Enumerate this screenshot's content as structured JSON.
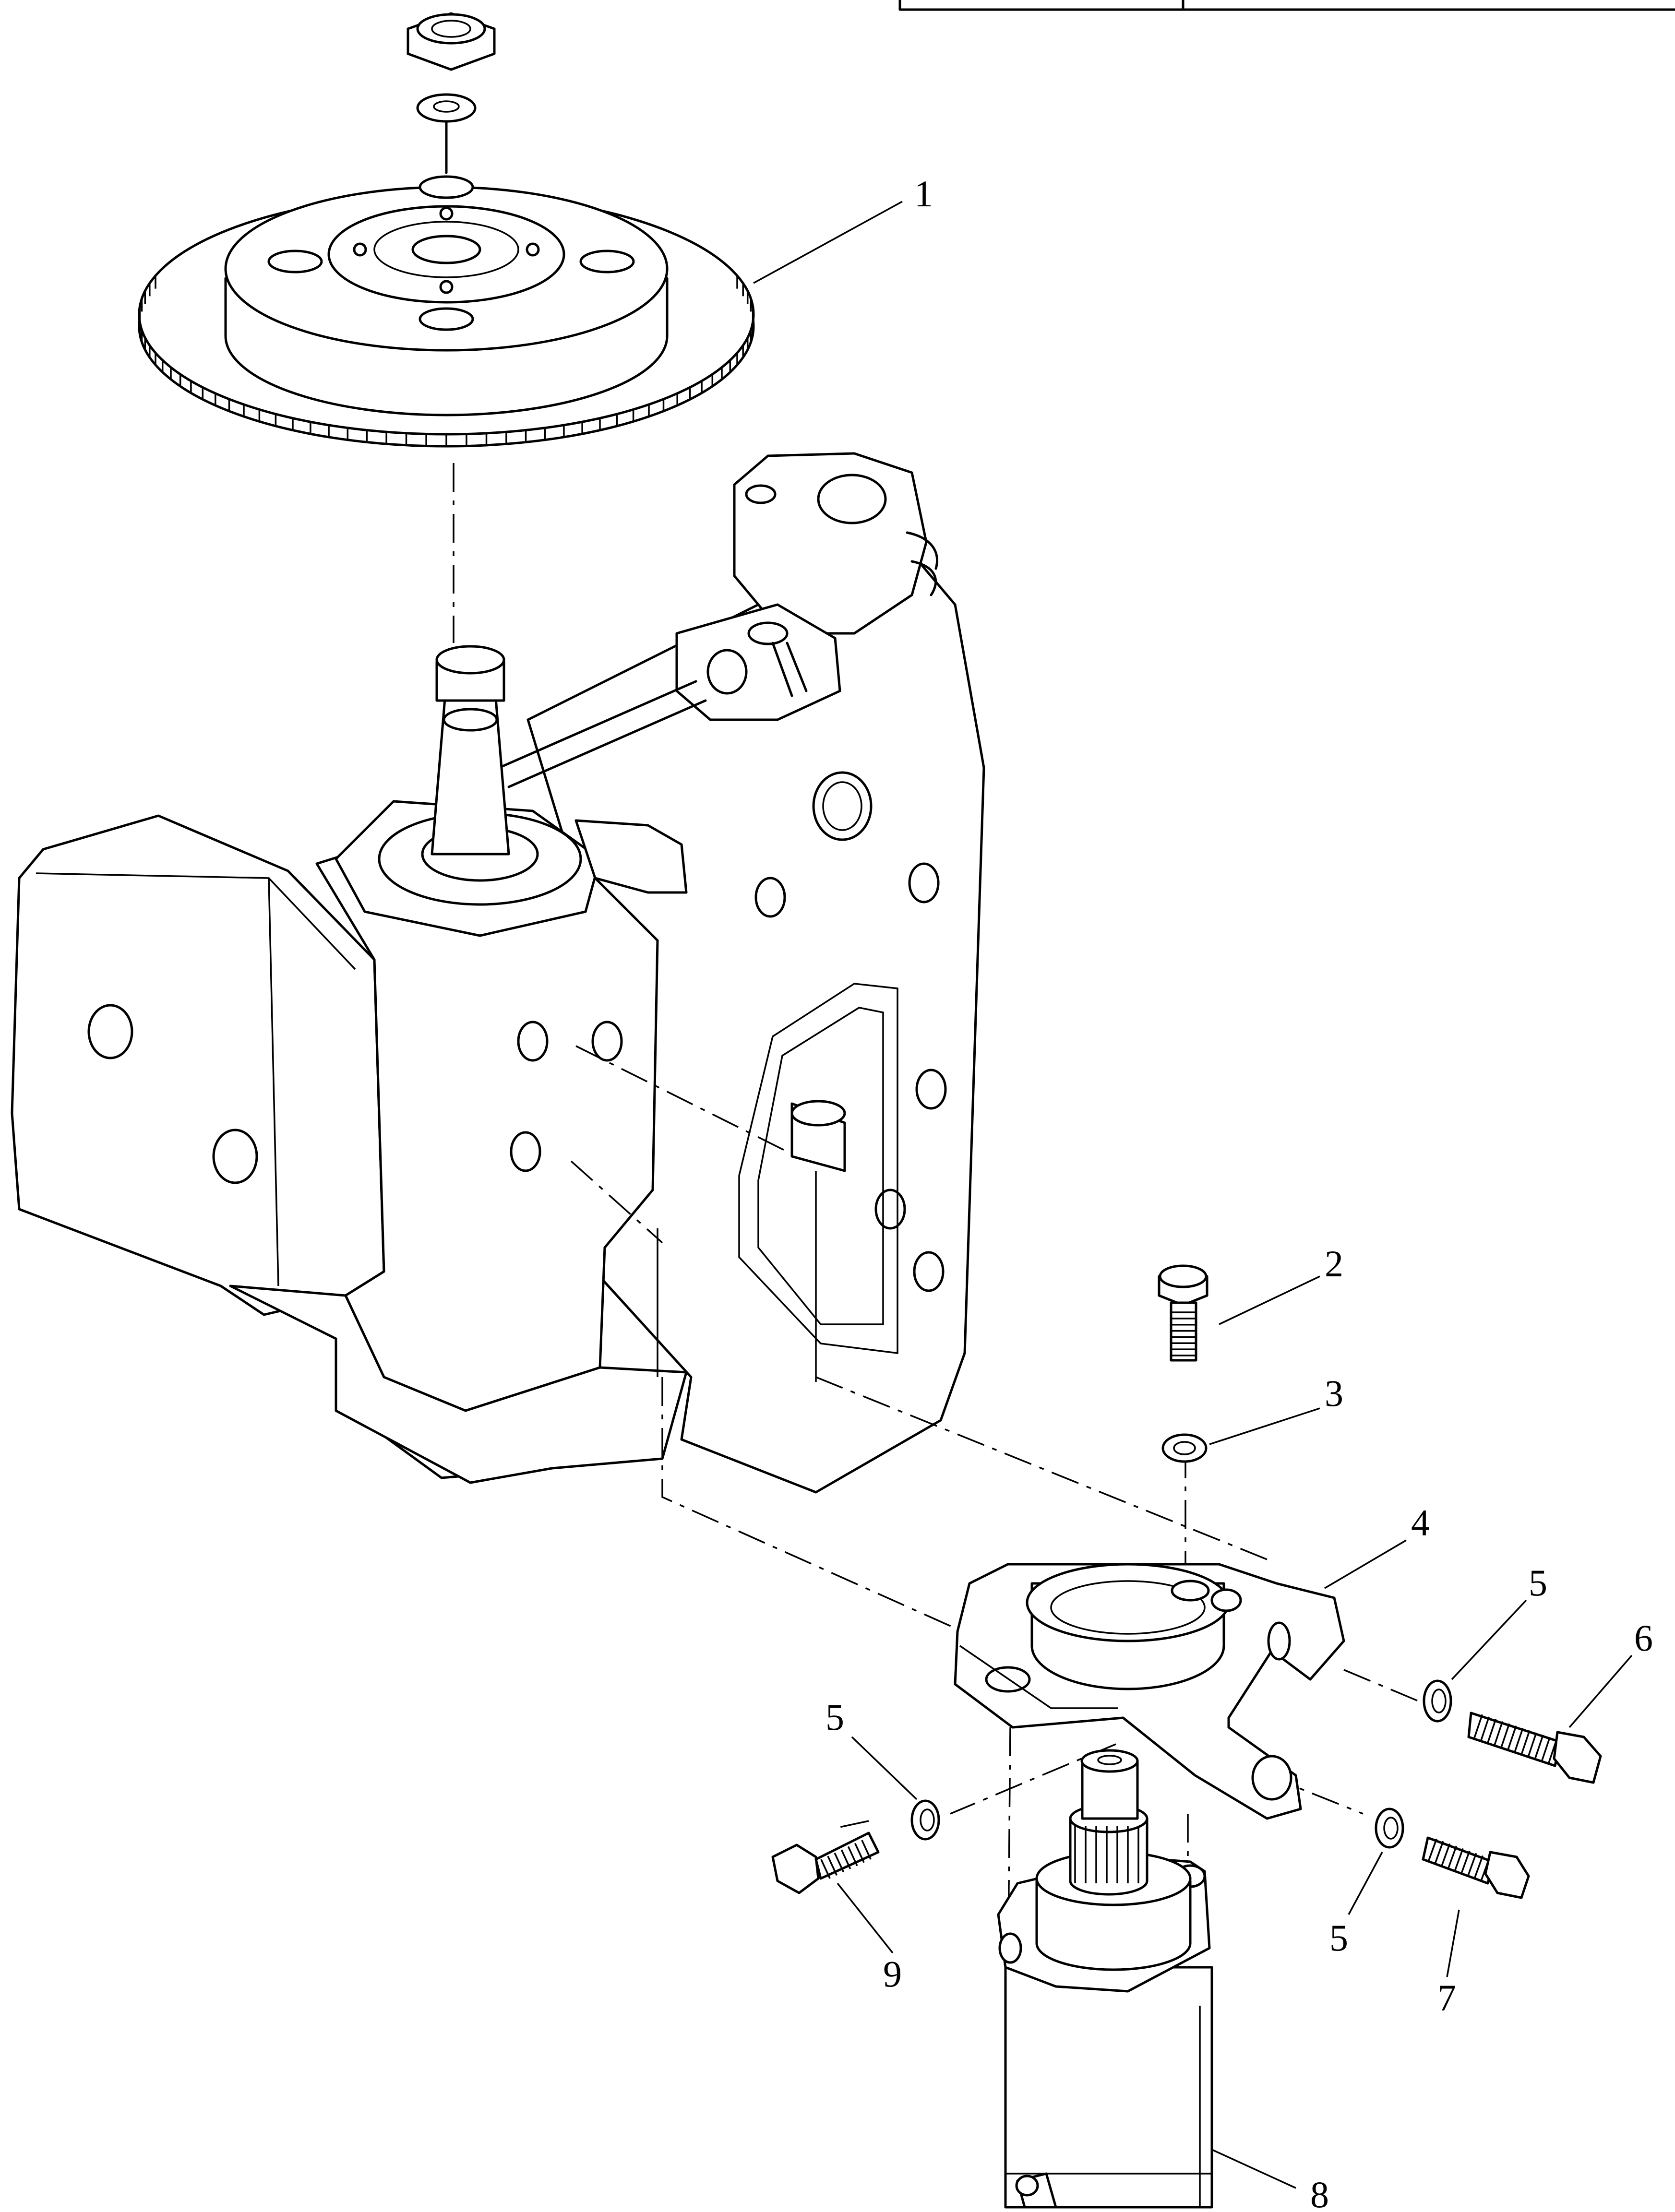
{
  "callouts": [
    {
      "id": "1",
      "label": "1"
    },
    {
      "id": "2",
      "label": "2"
    },
    {
      "id": "3",
      "label": "3"
    },
    {
      "id": "4",
      "label": "4"
    },
    {
      "id": "5a",
      "label": "5"
    },
    {
      "id": "5b",
      "label": "5"
    },
    {
      "id": "5c",
      "label": "5"
    },
    {
      "id": "6",
      "label": "6"
    },
    {
      "id": "7",
      "label": "7"
    },
    {
      "id": "8",
      "label": "8"
    },
    {
      "id": "9",
      "label": "9"
    }
  ],
  "icons": {
    "flywheel": "flywheel-icon",
    "powerhead": "powerhead-block-icon",
    "bracket": "starter-bracket-icon",
    "starter": "starter-motor-icon"
  },
  "colors": {
    "line": "#000000",
    "background": "#ffffff"
  }
}
